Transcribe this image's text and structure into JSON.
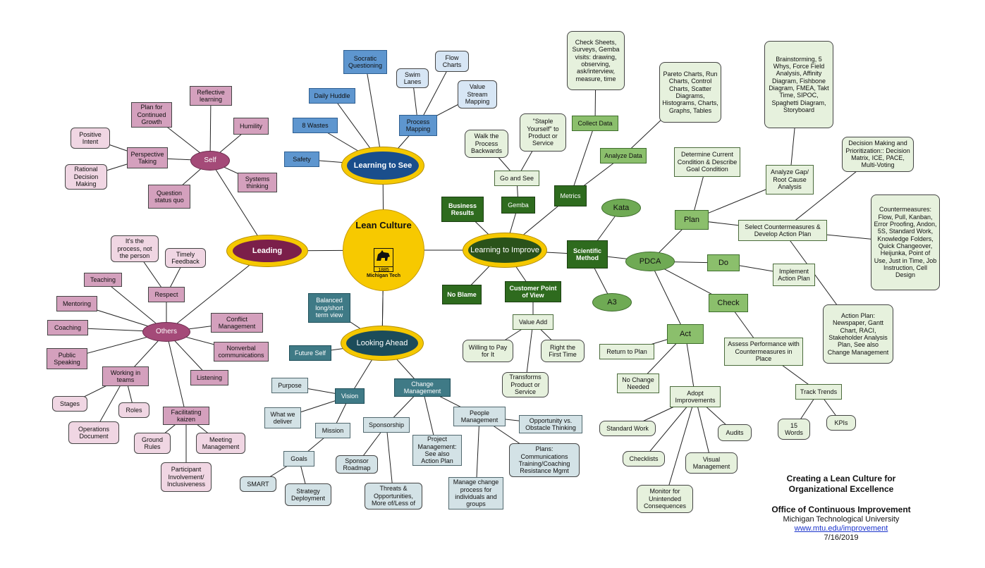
{
  "center": {
    "title": "Lean Culture",
    "logo_year": "1885",
    "logo_text": "Michigan Tech"
  },
  "hubs": {
    "leading": "Leading",
    "learning_to_see": "Learning to See",
    "learning_to_improve": "Learning to Improve",
    "looking_ahead": "Looking Ahead",
    "self": "Self",
    "others": "Others",
    "pdca": "PDCA",
    "kata": "Kata",
    "a3": "A3"
  },
  "self_branch": {
    "reflective_learning": "Reflective learning",
    "plan_continued_growth": "Plan for Continued Growth",
    "humility": "Humility",
    "positive_intent": "Positive Intent",
    "perspective_taking": "Perspective Taking",
    "rational_decision_making": "Rational Decision Making",
    "systems_thinking": "Systems thinking",
    "question_status_quo": "Question status quo"
  },
  "others_branch": {
    "process_not_person": "It's the process, not the person",
    "timely_feedback": "Timely Feedback",
    "teaching": "Teaching",
    "respect": "Respect",
    "mentoring": "Mentoring",
    "coaching": "Coaching",
    "conflict_management": "Conflict Management",
    "nonverbal": "Nonverbal communications",
    "public_speaking": "Public Speaking",
    "working_in_teams": "Working in teams",
    "listening": "Listening",
    "stages": "Stages",
    "roles": "Roles",
    "operations_document": "Operations Document",
    "facilitating_kaizen": "Facilitating kaizen",
    "ground_rules": "Ground Rules",
    "meeting_management": "Meeting Management",
    "participant_involvement": "Participant Involvement/ Inclusiveness"
  },
  "see_branch": {
    "socratic_questioning": "Socratic Questioning",
    "daily_huddle": "Daily Huddle",
    "eight_wastes": "8 Wastes",
    "safety": "Safety",
    "swim_lanes": "Swim Lanes",
    "flow_charts": "Flow Charts",
    "value_stream_mapping": "Value Stream Mapping",
    "process_mapping": "Process Mapping"
  },
  "ahead_branch": {
    "balanced_view": "Balanced long/short term view",
    "future_self": "Future Self",
    "change_management": "Change Management",
    "purpose": "Purpose",
    "vision": "Vision",
    "what_we_deliver": "What we deliver",
    "mission": "Mission",
    "goals": "Goals",
    "smart": "SMART",
    "strategy_deployment": "Strategy Deployment",
    "sponsorship": "Sponsorship",
    "sponsor_roadmap": "Sponsor Roadmap",
    "threats_opportunities": "Threats & Opportunities, More of/Less of",
    "project_management": "Project Management: See also Action Plan",
    "people_management": "People Management",
    "opportunity_vs_obstacle": "Opportunity vs. Obstacle Thinking",
    "plans_communications": "Plans: Communications Training/Coaching Resistance Mgmt",
    "manage_change_process": "Manage change process for individuals and groups"
  },
  "improve_branch": {
    "business_results": "Business Results",
    "no_blame": "No Blame",
    "gemba": "Gemba",
    "go_and_see": "Go and See",
    "walk_process_backwards": "Walk the Process Backwards",
    "staple_yourself": "\"Staple Yourself\" to Product or Service",
    "metrics": "Metrics",
    "collect_data": "Collect Data",
    "check_sheets": "Check Sheets, Surveys, Gemba visits: drawing, observing, ask/interview, measure, time",
    "analyze_data": "Analyze Data",
    "pareto_charts": "Pareto Charts, Run Charts, Control Charts, Scatter Diagrams, Histograms, Charts, Graphs, Tables",
    "customer_point_of_view": "Customer Point of View",
    "value_add": "Value Add",
    "willing_to_pay": "Willing to Pay for It",
    "right_first_time": "Right the First Time",
    "transforms_product": "Transforms Product or Service",
    "scientific_method": "Scientific Method"
  },
  "pdca_branch": {
    "plan": "Plan",
    "do": "Do",
    "check": "Check",
    "act": "Act",
    "determine_current_condition": "Determine Current Condition & Describe Goal Condition",
    "analyze_gap": "Analyze Gap/ Root Cause Analysis",
    "brainstorming": "Brainstorming, 5 Whys, Force Field Analysis, Affinity Diagram, Fishbone Diagram, FMEA, Takt Time, SIPOC, Spaghetti Diagram, Storyboard",
    "select_countermeasures": "Select Countermeasures & Develop Action Plan",
    "decision_making": "Decision Making and Prioritization:: Decision Matrix, ICE, PACE, Multi-Voting",
    "countermeasures": "Countermeasures: Flow, Pull, Kanban, Error Proofing, Andon, 5S, Standard Work, Knowledge Folders, Quick Changeover, Heijunka, Point of Use, Just in Time, Job Instruction, Cell Design",
    "action_plan": "Action Plan: Newspaper, Gantt Chart, RACI, Stakeholder Analysis Plan, See also Change Management",
    "implement_action_plan": "Implement Action Plan",
    "assess_performance": "Assess Performance with Countermeasures in Place",
    "track_trends": "Track Trends",
    "fifteen_words": "15 Words",
    "kpis": "KPIs",
    "return_to_plan": "Return to Plan",
    "no_change_needed": "No Change Needed",
    "adopt_improvements": "Adopt Improvements",
    "standard_work": "Standard Work",
    "audits": "Audits",
    "checklists": "Checklists",
    "visual_management": "Visual Management",
    "monitor_unintended": "Monitor for Unintended Consequences"
  },
  "footer": {
    "title_line1": "Creating a Lean Culture for",
    "title_line2": "Organizational Excellence",
    "office": "Office of Continuous Improvement",
    "university": "Michigan Technological University",
    "url": "www.mtu.edu/improvement",
    "date": "7/16/2019"
  },
  "colors": {
    "yellow": "#f7c900",
    "leading": "#7b1f4a",
    "see": "#1a4e8c",
    "improve": "#2a521a",
    "ahead": "#1c4c5a",
    "self_others": "#a44a78",
    "pdca": "#6faa54"
  }
}
